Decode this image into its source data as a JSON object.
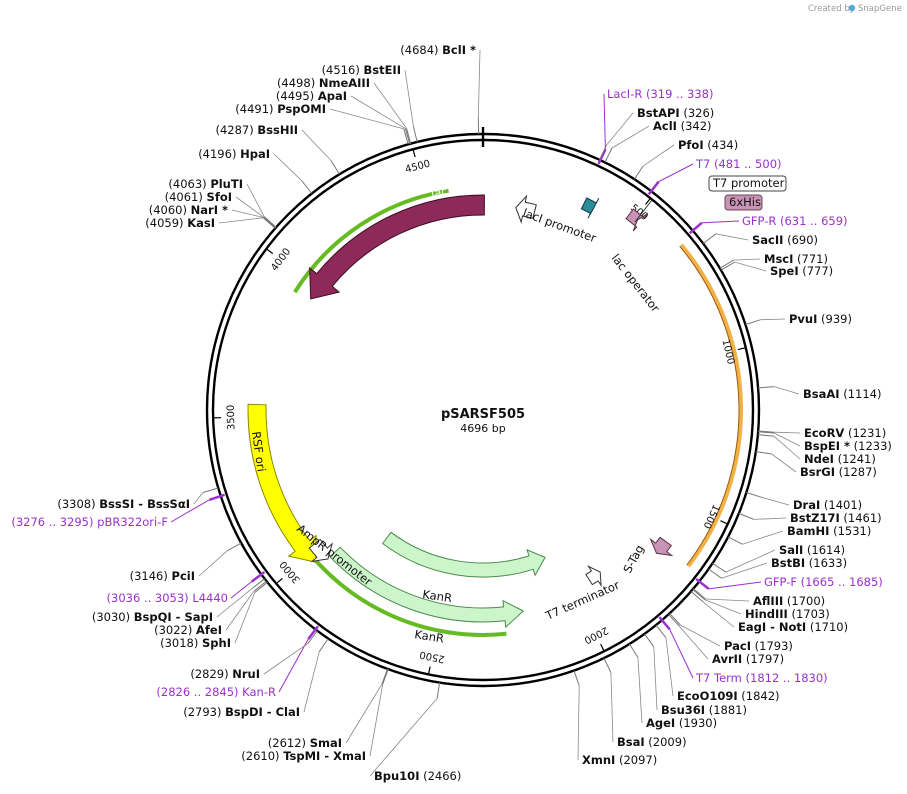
{
  "plasmid": {
    "name": "pSARSF505",
    "length_text": "4696 bp",
    "length": 4696
  },
  "credit": {
    "prefix": "Created by",
    "brand": "SnapGene"
  },
  "ticks": [
    "500",
    "1000",
    "1500",
    "2000",
    "2500",
    "3000",
    "3500",
    "4000",
    "4500"
  ],
  "sites": [
    {
      "label": "BclI",
      "star": true,
      "pos": 4684,
      "pos_text": "(4684)"
    },
    {
      "label": "BstEII",
      "pos": 4516,
      "pos_text": "(4516)"
    },
    {
      "label": "NmeAIII",
      "pos": 4498,
      "pos_text": "(4498)"
    },
    {
      "label": "ApaI",
      "pos": 4495,
      "pos_text": "(4495)"
    },
    {
      "label": "PspOMI",
      "pos": 4491,
      "pos_text": "(4491)"
    },
    {
      "label": "BssHII",
      "pos": 4287,
      "pos_text": "(4287)"
    },
    {
      "label": "HpaI",
      "pos": 4196,
      "pos_text": "(4196)"
    },
    {
      "label": "PluTI",
      "pos": 4063,
      "pos_text": "(4063)"
    },
    {
      "label": "SfoI",
      "pos": 4061,
      "pos_text": "(4061)"
    },
    {
      "label": "NarI",
      "star": true,
      "pos": 4060,
      "pos_text": "(4060)"
    },
    {
      "label": "KasI",
      "pos": 4059,
      "pos_text": "(4059)"
    },
    {
      "label": "BstAPI",
      "pos": 326,
      "pos_text": "(326)"
    },
    {
      "label": "AclI",
      "pos": 342,
      "pos_text": "(342)"
    },
    {
      "label": "PfoI",
      "pos": 434,
      "pos_text": "(434)"
    },
    {
      "label": "SacII",
      "pos": 690,
      "pos_text": "(690)"
    },
    {
      "label": "MscI",
      "pos": 771,
      "pos_text": "(771)"
    },
    {
      "label": "SpeI",
      "pos": 777,
      "pos_text": "(777)"
    },
    {
      "label": "PvuI",
      "pos": 939,
      "pos_text": "(939)"
    },
    {
      "label": "BsaAI",
      "pos": 1114,
      "pos_text": "(1114)"
    },
    {
      "label": "EcoRV",
      "pos": 1231,
      "pos_text": "(1231)"
    },
    {
      "label": "BspEI",
      "star": true,
      "pos": 1233,
      "pos_text": "(1233)"
    },
    {
      "label": "NdeI",
      "pos": 1241,
      "pos_text": "(1241)"
    },
    {
      "label": "BsrGI",
      "pos": 1287,
      "pos_text": "(1287)"
    },
    {
      "label": "DraI",
      "pos": 1401,
      "pos_text": "(1401)"
    },
    {
      "label": "BstZ17I",
      "pos": 1461,
      "pos_text": "(1461)"
    },
    {
      "label": "BamHI",
      "pos": 1531,
      "pos_text": "(1531)"
    },
    {
      "label": "SalI",
      "pos": 1614,
      "pos_text": "(1614)"
    },
    {
      "label": "BstBI",
      "pos": 1633,
      "pos_text": "(1633)"
    },
    {
      "label": "AflIII",
      "pos": 1700,
      "pos_text": "(1700)"
    },
    {
      "label": "HindIII",
      "pos": 1703,
      "pos_text": "(1703)"
    },
    {
      "label": "EagI - NotI",
      "pos": 1710,
      "pos_text": "(1710)"
    },
    {
      "label": "PacI",
      "pos": 1793,
      "pos_text": "(1793)"
    },
    {
      "label": "AvrII",
      "pos": 1797,
      "pos_text": "(1797)"
    },
    {
      "label": "EcoO109I",
      "pos": 1842,
      "pos_text": "(1842)"
    },
    {
      "label": "Bsu36I",
      "pos": 1881,
      "pos_text": "(1881)"
    },
    {
      "label": "AgeI",
      "pos": 1930,
      "pos_text": "(1930)"
    },
    {
      "label": "BsaI",
      "pos": 2009,
      "pos_text": "(2009)"
    },
    {
      "label": "XmnI",
      "pos": 2097,
      "pos_text": "(2097)"
    },
    {
      "label": "Bpu10I",
      "pos": 2466,
      "pos_text": "(2466)"
    },
    {
      "label": "TspMI - XmaI",
      "pos": 2610,
      "pos_text": "(2610)"
    },
    {
      "label": "SmaI",
      "pos": 2612,
      "pos_text": "(2612)"
    },
    {
      "label": "BspDI - ClaI",
      "pos": 2793,
      "pos_text": "(2793)"
    },
    {
      "label": "NruI",
      "pos": 2829,
      "pos_text": "(2829)"
    },
    {
      "label": "AfeI",
      "pos": 3022,
      "pos_text": "(3022)"
    },
    {
      "label": "SphI",
      "pos": 3018,
      "pos_text": "(3018)"
    },
    {
      "label": "BspQI - SapI",
      "pos": 3030,
      "pos_text": "(3030)"
    },
    {
      "label": "PciI",
      "pos": 3146,
      "pos_text": "(3146)"
    },
    {
      "label": "BssSI - BssSαI",
      "pos": 3308,
      "pos_text": "(3308)"
    }
  ],
  "primers": [
    {
      "label": "LacI-R",
      "range": "(319 .. 338)",
      "pos": 328
    },
    {
      "label": "T7",
      "range": "(481 .. 500)",
      "pos": 490
    },
    {
      "label": "GFP-R",
      "range": "(631 .. 659)",
      "pos": 645
    },
    {
      "label": "GFP-F",
      "range": "(1665 .. 1685)",
      "pos": 1675
    },
    {
      "label": "T7 Term",
      "range": "(1812 .. 1830)",
      "pos": 1821
    },
    {
      "label": "Kan-R",
      "range": "(2826 .. 2845)",
      "pos": 2835
    },
    {
      "label": "L4440",
      "range": "(3036 .. 3053)",
      "pos": 3045
    },
    {
      "label": "pBR322ori-F",
      "range": "(3276 .. 3295)",
      "pos": 3285
    }
  ],
  "features": [
    {
      "name": "lacI",
      "color": "#8e2a5a"
    },
    {
      "name": "lacI promoter",
      "color": "#ffffff"
    },
    {
      "name": "lac operator",
      "color": "#2c8c99"
    },
    {
      "name": "T7 promoter",
      "color": "#ffffff"
    },
    {
      "name": "6xHis",
      "color": "#c893b4"
    },
    {
      "name": "RSF ori",
      "color": "#ffff00"
    },
    {
      "name": "AmpR promoter",
      "color": "#ffffff"
    },
    {
      "name": "KanR",
      "color": "#ccf5cc"
    },
    {
      "name": "T7 terminator",
      "color": "#ffffff"
    },
    {
      "name": "S-Tag",
      "color": "#c893b4"
    }
  ],
  "colors": {
    "backbone": "#000000",
    "primer": "#9b30d0",
    "selection": "#f0a830",
    "green_arc": "#66bb22"
  }
}
